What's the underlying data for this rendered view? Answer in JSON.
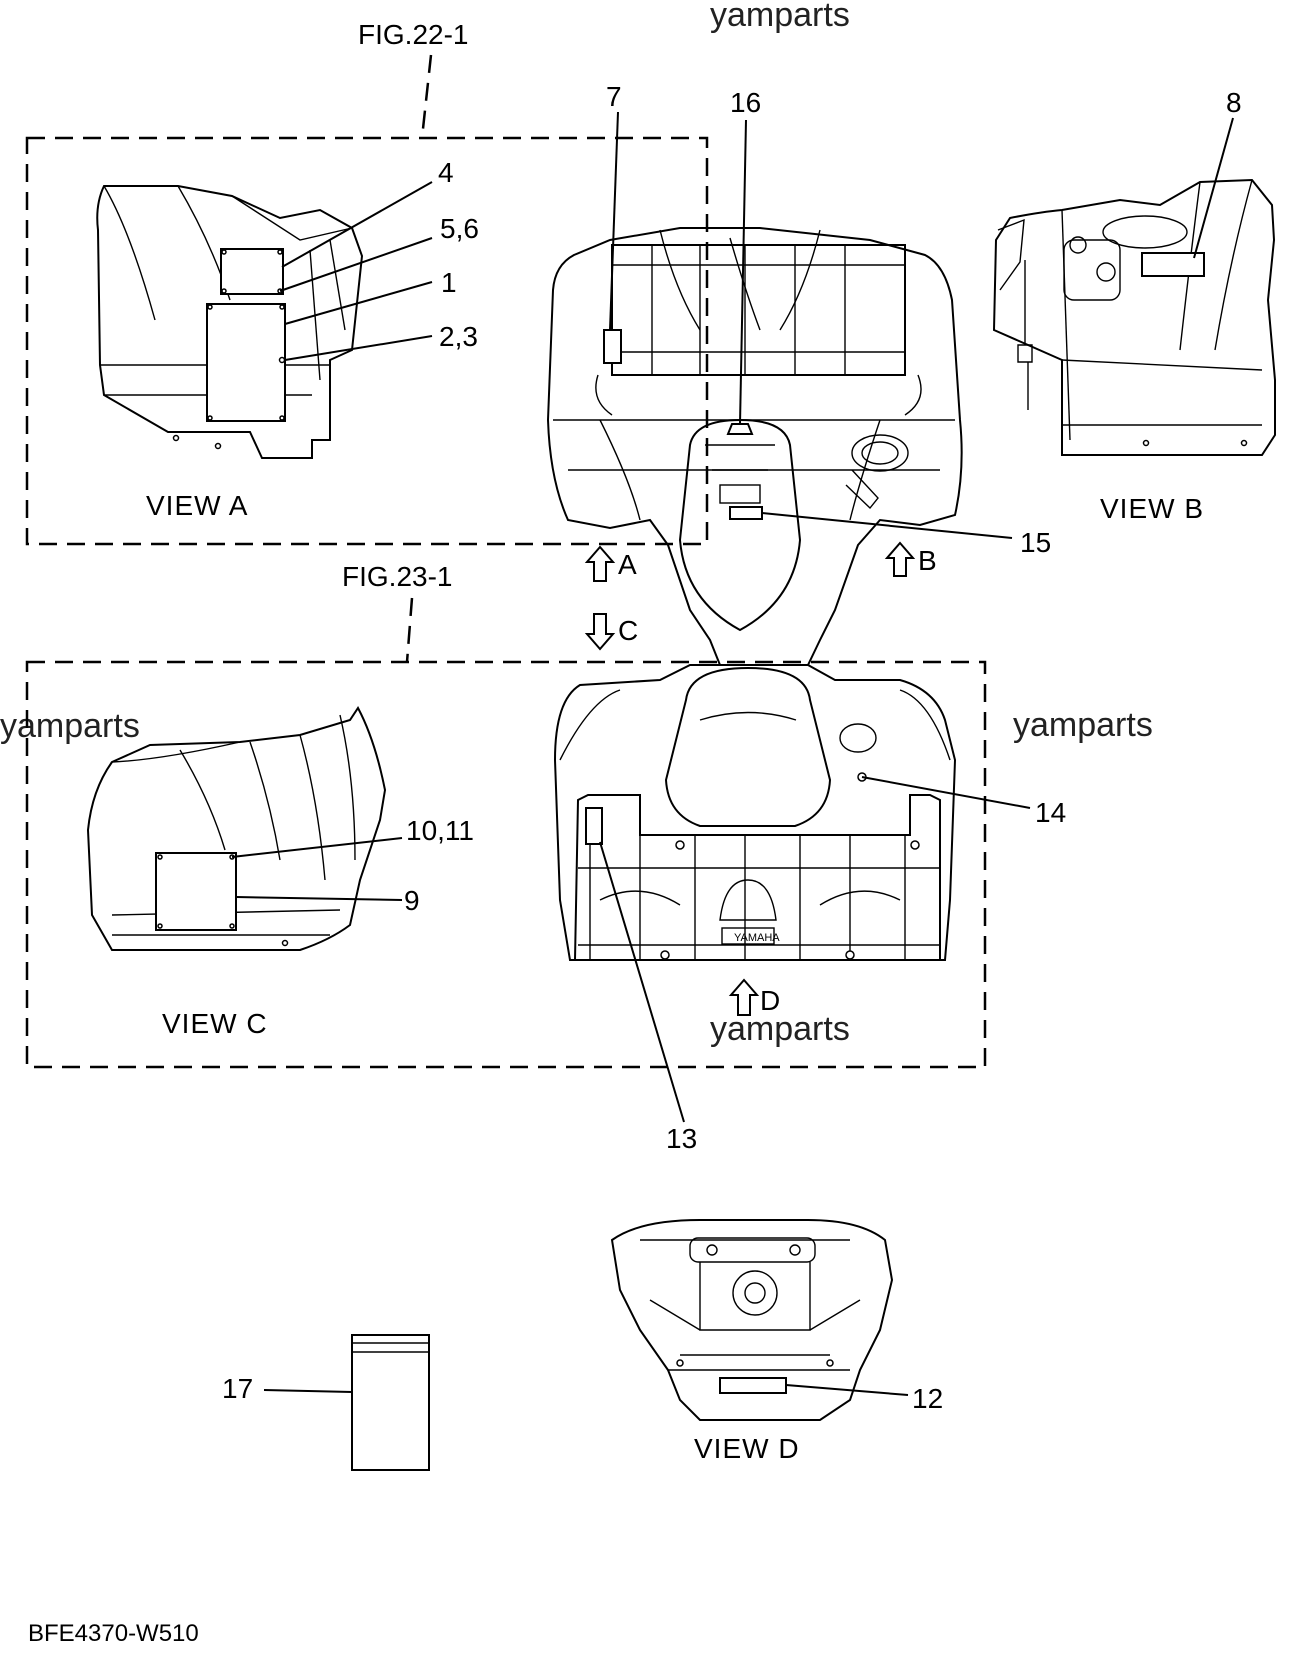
{
  "figure_refs": {
    "top": "FIG.22-1",
    "middle": "FIG.23-1"
  },
  "views": {
    "a": "VIEW A",
    "b": "VIEW B",
    "c": "VIEW C",
    "d": "VIEW D"
  },
  "arrows": {
    "a": "A",
    "b": "B",
    "c": "C",
    "d": "D"
  },
  "callouts": {
    "c1": "1",
    "c23": "2,3",
    "c4": "4",
    "c56": "5,6",
    "c7": "7",
    "c8": "8",
    "c9": "9",
    "c1011": "10,11",
    "c12": "12",
    "c13": "13",
    "c14": "14",
    "c15": "15",
    "c16": "16",
    "c17": "17"
  },
  "rack_brand": "YAMAHA",
  "watermarks": {
    "top": "yamparts",
    "left": "yamparts",
    "right": "yamparts",
    "bottom": "yamparts"
  },
  "drawing_code": "BFE4370-W510"
}
